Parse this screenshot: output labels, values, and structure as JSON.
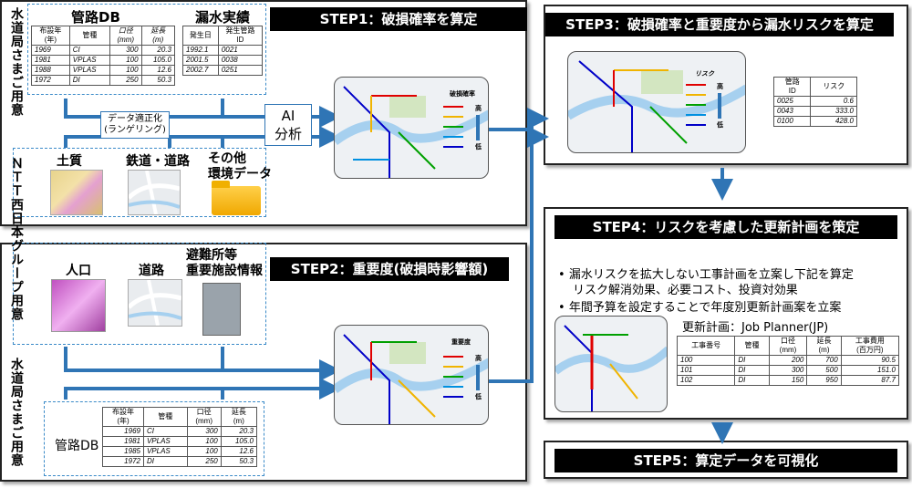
{
  "vertical_labels": {
    "water_bureau_top": "水道局さまご用意",
    "ntt": "ＮＴＴ西日本グループ用意",
    "water_bureau_bottom": "水道局さまご用意"
  },
  "pipe_db": {
    "title": "管路DB",
    "headers": [
      "布設年\n(年)",
      "管種",
      "口径\n(mm)",
      "延長\n(m)"
    ],
    "rows": [
      [
        "1969",
        "CI",
        "300",
        "20.3"
      ],
      [
        "1981",
        "VPLAS",
        "100",
        "105.0"
      ],
      [
        "1988",
        "VPLAS",
        "100",
        "12.6"
      ],
      [
        "1972",
        "DI",
        "250",
        "50.3"
      ]
    ]
  },
  "leak_records": {
    "title": "漏水実績",
    "headers": [
      "発生日",
      "発生管路\nID"
    ],
    "rows": [
      [
        "1992.1",
        "0021"
      ],
      [
        "2001.5",
        "0038"
      ],
      [
        "2002.7",
        "0251"
      ]
    ]
  },
  "cleansing": {
    "label": "データ適正化\n(ランゲリング)"
  },
  "ai_box": {
    "label": "AI\n分析"
  },
  "ntt_items": {
    "soil": "土質",
    "rail_road": "鉄道・道路",
    "other": "その他\n環境データ"
  },
  "step2_items": {
    "population": "人口",
    "road": "道路",
    "facilities": "避難所等\n重要施設情報"
  },
  "step1": {
    "title": "STEP1：破損確率を算定",
    "legend_title": "破損確率",
    "high": "高",
    "low": "低"
  },
  "step2": {
    "title": "STEP2：重要度(破損時影響額)",
    "legend_title": "重要度",
    "high": "高",
    "low": "低"
  },
  "step3": {
    "title": "STEP3：破損確率と重要度から漏水リスクを算定",
    "legend_title": "リスク",
    "high": "高",
    "low": "低",
    "table": {
      "headers": [
        "管路\nID",
        "リスク"
      ],
      "rows": [
        [
          "0025",
          "0.6"
        ],
        [
          "0043",
          "333.0"
        ],
        [
          "0100",
          "428.0"
        ]
      ]
    }
  },
  "step4": {
    "title": "STEP4：リスクを考慮した更新計画を策定",
    "bullets": [
      "漏水リスクを拡大しない工事計画を立案し下記を算定",
      "年間予算を設定することで年度別更新計画案を立案"
    ],
    "sub_line": "リスク解消効果、必要コスト、投資対効果",
    "plan_title": "更新計画：Job Planner(JP)",
    "table": {
      "headers": [
        "工事番号",
        "管種",
        "口径\n(mm)",
        "延長\n(m)",
        "工事費用\n(百万円)"
      ],
      "rows": [
        [
          "100",
          "DI",
          "200",
          "700",
          "90.5"
        ],
        [
          "101",
          "DI",
          "300",
          "500",
          "151.0"
        ],
        [
          "102",
          "DI",
          "150",
          "950",
          "87.7"
        ]
      ]
    }
  },
  "step5": {
    "title": "STEP5：算定データを可視化"
  },
  "bottom_pipe_db": {
    "title": "管路DB",
    "headers": [
      "布設年\n(年)",
      "管種",
      "口径\n(mm)",
      "延長\n(m)"
    ],
    "rows": [
      [
        "1969",
        "CI",
        "300",
        "20.3"
      ],
      [
        "1981",
        "VPLAS",
        "100",
        "105.0"
      ],
      [
        "1985",
        "VPLAS",
        "100",
        "12.6"
      ],
      [
        "1972",
        "DI",
        "250",
        "50.3"
      ]
    ]
  },
  "colors": {
    "accent": "#2f75b5",
    "risk_high": "#e00000",
    "risk_mid": "#f0b400",
    "risk_low": "#0000c8"
  }
}
